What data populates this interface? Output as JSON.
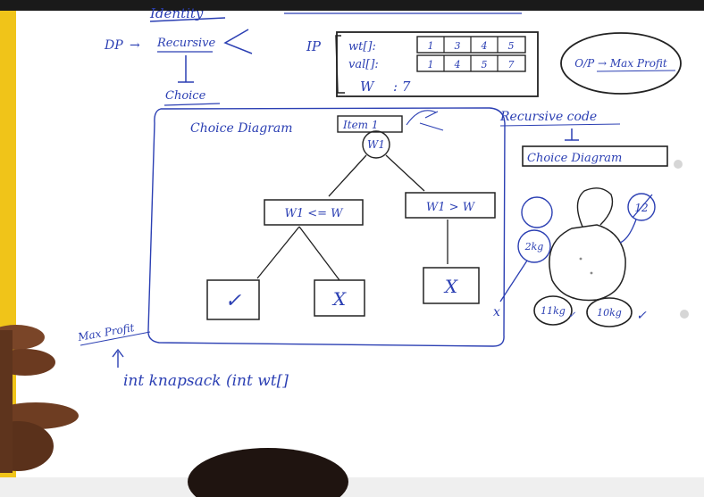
{
  "top_label": "Identity",
  "dp_label": "DP",
  "recursive_label": "Recursive",
  "memo_label": "Choice",
  "ip_label": "IP",
  "wt_label": "wt[]:",
  "val_label": "val[]:",
  "wt_values": [
    "1",
    "3",
    "4",
    "5"
  ],
  "val_values": [
    "1",
    "4",
    "5",
    "7"
  ],
  "w_label": "W",
  "w_value": ": 7",
  "op_label": "O/P → Max Profit",
  "recursive_code_label": "Recursive code",
  "choice_diagram_box_label": "Choice Diagram",
  "choice_diagram_title": "Choice Diagram",
  "item_label": "Item 1",
  "node_root": "W1",
  "node_left": "W1 <= W",
  "node_right": "W1 > W",
  "leaf_tick": "✓",
  "leaf_x1": "X",
  "leaf_x2": "X",
  "bag_nums": [
    "12",
    "2kg",
    "11kg",
    "10kg"
  ],
  "max_profit_label": "Max Profit",
  "code_line": "int knapsack (int wt[]",
  "colors": {
    "ink": "#2b3fb3",
    "dark": "#222222",
    "paper": "#ffffff",
    "yellow": "#f0c419"
  }
}
